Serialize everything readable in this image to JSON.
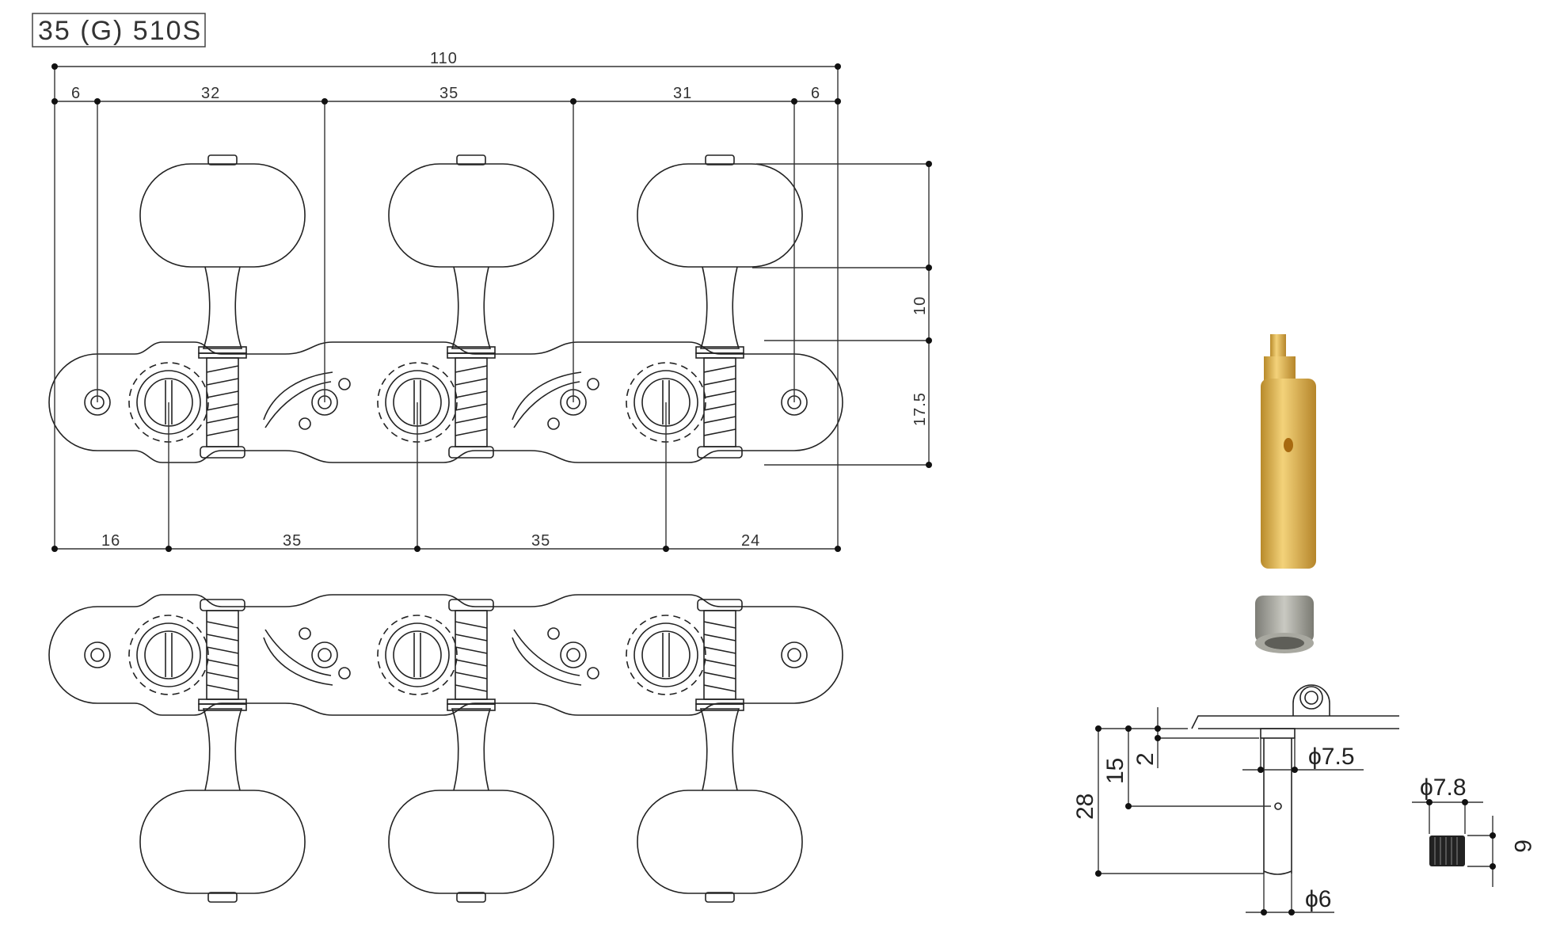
{
  "title": "35 (G) 510S",
  "top_view": {
    "overall_width": "110",
    "top_dims": [
      "6",
      "32",
      "35",
      "31",
      "6"
    ],
    "bottom_dims": [
      "16",
      "35",
      "35",
      "24"
    ],
    "side_dims": [
      "10",
      "17.5"
    ]
  },
  "side_view": {
    "post_total": "28",
    "hole_height": "15",
    "collar": "2",
    "collar_diameter": "ϕ7.5",
    "post_diameter": "ϕ6",
    "nut_diameter": "ϕ7.8",
    "nut_height": "6"
  },
  "colors": {
    "post_gold": "#e2b64a",
    "nut_grey": "#9a9a92"
  }
}
